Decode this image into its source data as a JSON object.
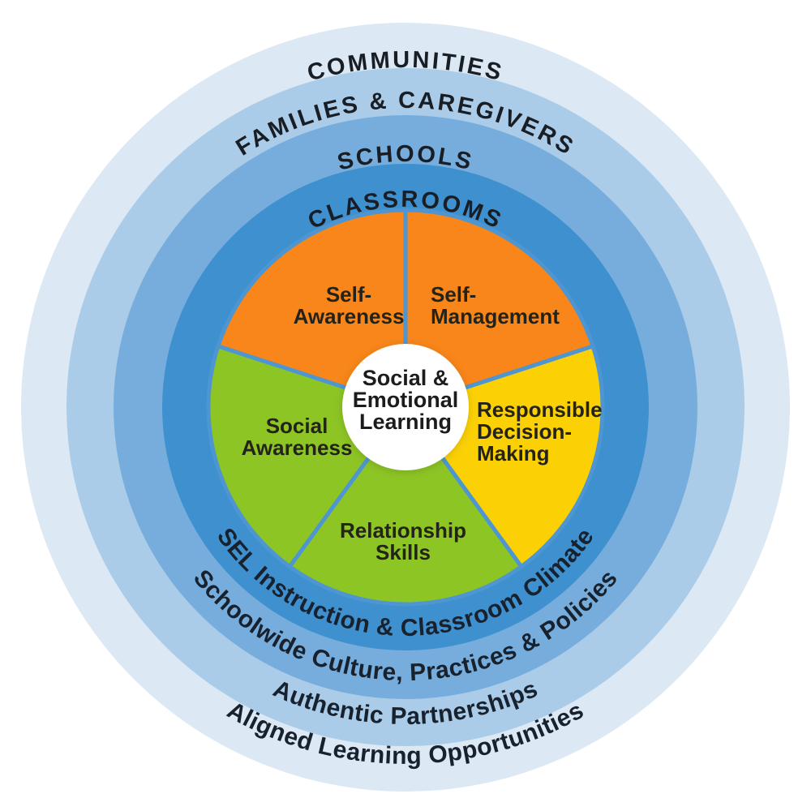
{
  "diagram": {
    "center": {
      "name": "Social & Emotional Learning",
      "lines": [
        "Social &",
        "Emotional",
        "Learning"
      ],
      "bg_color": "#FFFFFF"
    },
    "competencies": [
      {
        "name": "Self-Awareness",
        "lines": [
          "Self-",
          "Awareness"
        ],
        "color": "#F8861A"
      },
      {
        "name": "Self-Management",
        "lines": [
          "Self-",
          "Management"
        ],
        "color": "#F8861A"
      },
      {
        "name": "Responsible Decision-Making",
        "lines": [
          "Responsible",
          "Decision-",
          "Making"
        ],
        "color": "#FBD105"
      },
      {
        "name": "Relationship Skills",
        "lines": [
          "Relationship",
          "Skills"
        ],
        "color": "#8DC524"
      },
      {
        "name": "Social Awareness",
        "lines": [
          "Social",
          "Awareness"
        ],
        "color": "#8DC524"
      }
    ],
    "rings": [
      {
        "context": "CLASSROOMS",
        "strategy": "SEL Instruction & Classroom Climate",
        "color": "#3F90CE"
      },
      {
        "context": "SCHOOLS",
        "strategy": "Schoolwide Culture, Practices & Policies",
        "color": "#76ADDC"
      },
      {
        "context": "FAMILIES & CAREGIVERS",
        "strategy": "Authentic Partnerships",
        "color": "#AACCE9"
      },
      {
        "context": "COMMUNITIES",
        "strategy": "Aligned Learning Opportunities",
        "color": "#DCE9F4"
      }
    ],
    "divider_color": "#4E96D1",
    "text_color": "#191d24"
  }
}
